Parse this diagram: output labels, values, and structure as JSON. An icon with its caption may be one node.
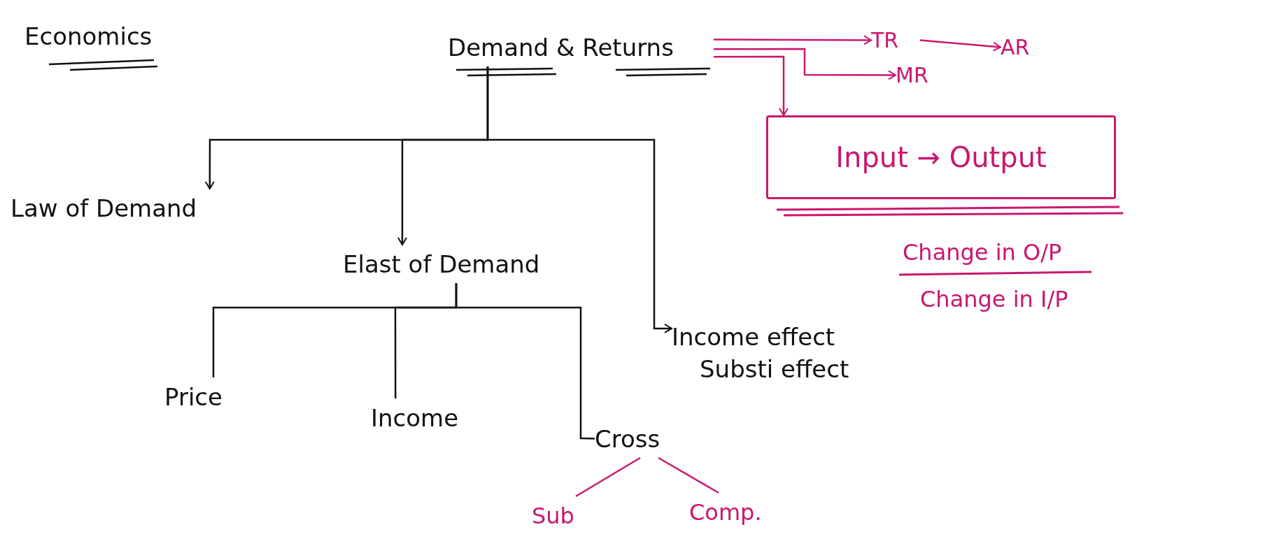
{
  "diagram": {
    "title": "Economics",
    "nodes": [
      {
        "text": [
          "Demand & Returns"
        ]
      },
      {
        "text": [
          "Law of Demand"
        ]
      },
      {
        "text": [
          "Elast of Demand"
        ]
      },
      {
        "text": [
          "Income effect",
          "Substi effect"
        ]
      },
      {
        "text": [
          "Price"
        ]
      },
      {
        "text": [
          "Income"
        ]
      },
      {
        "text": [
          "Cross"
        ]
      },
      {
        "text": [
          "Sub"
        ]
      },
      {
        "text": [
          "Comp."
        ]
      },
      {
        "text": [
          "TR"
        ]
      },
      {
        "text": [
          "AR"
        ]
      },
      {
        "text": [
          "MR"
        ]
      },
      {
        "text": [
          "Input → Output"
        ]
      }
    ],
    "edges": [
      {
        "from": 0,
        "to": 1,
        "arrow": "to"
      },
      {
        "from": 0,
        "to": 2,
        "arrow": "to"
      },
      {
        "from": 0,
        "to": 3,
        "arrow": "to"
      },
      {
        "from": 2,
        "to": 4,
        "arrow": "none"
      },
      {
        "from": 2,
        "to": 5,
        "arrow": "none"
      },
      {
        "from": 2,
        "to": 6,
        "arrow": "none"
      },
      {
        "from": 6,
        "to": 7,
        "arrow": "none",
        "color": "#c8186e"
      },
      {
        "from": 6,
        "to": 8,
        "arrow": "none",
        "color": "#c8186e"
      },
      {
        "from": 0,
        "to": 12,
        "arrow": "to",
        "color": "#c8186e"
      },
      {
        "from": 0,
        "to": 9,
        "arrow": "to",
        "color": "#c8186e"
      },
      {
        "from": 0,
        "to": 11,
        "arrow": "to",
        "color": "#c8186e"
      },
      {
        "from": 9,
        "to": 10,
        "arrow": "to",
        "color": "#c8186e"
      }
    ],
    "labels": [
      "Change in O/P",
      "Change in I/P"
    ]
  }
}
